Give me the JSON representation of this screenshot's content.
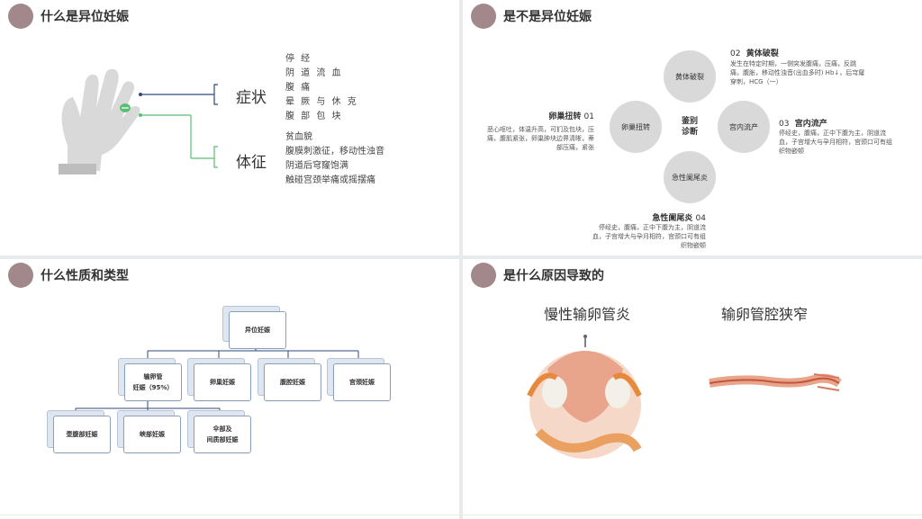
{
  "slide1": {
    "title": "什么是异位妊娠",
    "symptom_label": "症状",
    "sign_label": "体征",
    "symptoms": [
      "停 经",
      "阴 道 流 血",
      "腹 痛",
      "晕 厥 与 休 克",
      "腹 部 包 块"
    ],
    "signs": [
      "贫血貌",
      "腹膜刺激征，移动性浊音",
      "阴道后穹窿饱满",
      "触碰宫颈举痛或摇摆痛"
    ],
    "colors": {
      "symptom_line": "#2e4b7a",
      "sign_line": "#5bbf73"
    }
  },
  "slide2": {
    "title": "是不是异位妊娠",
    "center_label_1": "鉴别",
    "center_label_2": "诊断",
    "petals": {
      "top": "黄体破裂",
      "left": "卵巢扭转",
      "right": "宫内流产",
      "bottom": "急性阑尾炎"
    },
    "items": {
      "i1": {
        "title": "卵巢扭转",
        "num": "01",
        "desc": "恶心呕吐，体温升高，可扪及包块，压痛，腹肌紧张，卵巢肿块边界清晰，蒂部压痛，紧张"
      },
      "i2": {
        "num": "02",
        "title": "黄体破裂",
        "desc": "发生在特定时期，一侧突发腹痛，压痛，反跳痛，腹胀，移动性浊音(出血多时) Hb↓，后穹窿穿刺，HCG（一）"
      },
      "i3": {
        "num": "03",
        "title": "宫内流产",
        "desc": "停经史，腹痛，正中下腹为主，阴道流血，子宫增大与孕月相符，宫颈口可有组织物嵌顿"
      },
      "i4": {
        "title": "急性阑尾炎",
        "num": "04",
        "desc": "停经史，腹痛，正中下腹为主，阴道流血，子宫增大与孕月相符，宫颈口可有组织物嵌顿"
      }
    }
  },
  "slide3": {
    "title": "什么性质和类型",
    "root": "异位妊娠",
    "level1": {
      "tube_1": "输卵管",
      "tube_2": "妊娠（95%）",
      "ovary": "卵巢妊娠",
      "abdomen": "腹腔妊娠",
      "cervix": "宫颈妊娠"
    },
    "level2": {
      "interstitial": "壶腹部妊娠",
      "isthmus": "峡部妊娠",
      "other_1": "伞部及",
      "other_2": "间质部妊娠"
    }
  },
  "slide4": {
    "title": "是什么原因导致的",
    "cause1": "慢性输卵管炎",
    "cause2": "输卵管腔狭窄"
  },
  "colors": {
    "accent_dot": "#a2888b",
    "background": "#e8ebee"
  }
}
